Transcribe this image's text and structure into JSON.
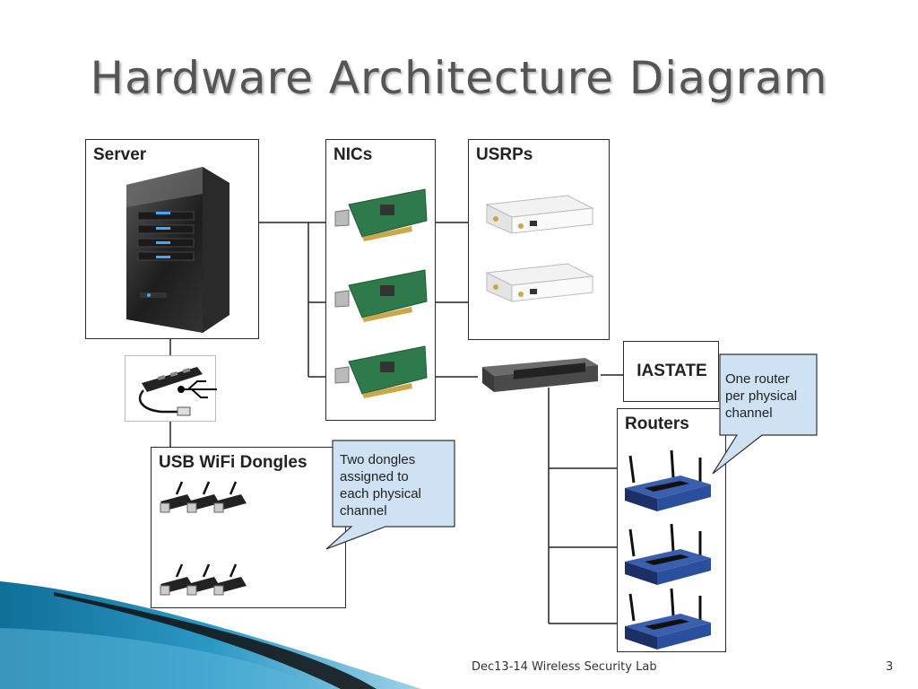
{
  "slide": {
    "title": "Hardware Architecture Diagram",
    "footer": "Dec13-14 Wireless Security Lab",
    "page_number": "3"
  },
  "boxes": {
    "server": "Server",
    "nics": "NICs",
    "usrps": "USRPs",
    "iastate": "IASTATE",
    "routers": "Routers",
    "dongles": "USB WiFi Dongles"
  },
  "callouts": {
    "router_note": [
      "One router",
      "per physical",
      "channel"
    ],
    "dongle_note": [
      "Two dongles",
      "assigned to",
      "each physical",
      "channel"
    ]
  },
  "colors": {
    "callout_fill": "#cfe2f3",
    "router_blue": "#2a4f9c",
    "teal_decor": "#1b7ea6"
  }
}
